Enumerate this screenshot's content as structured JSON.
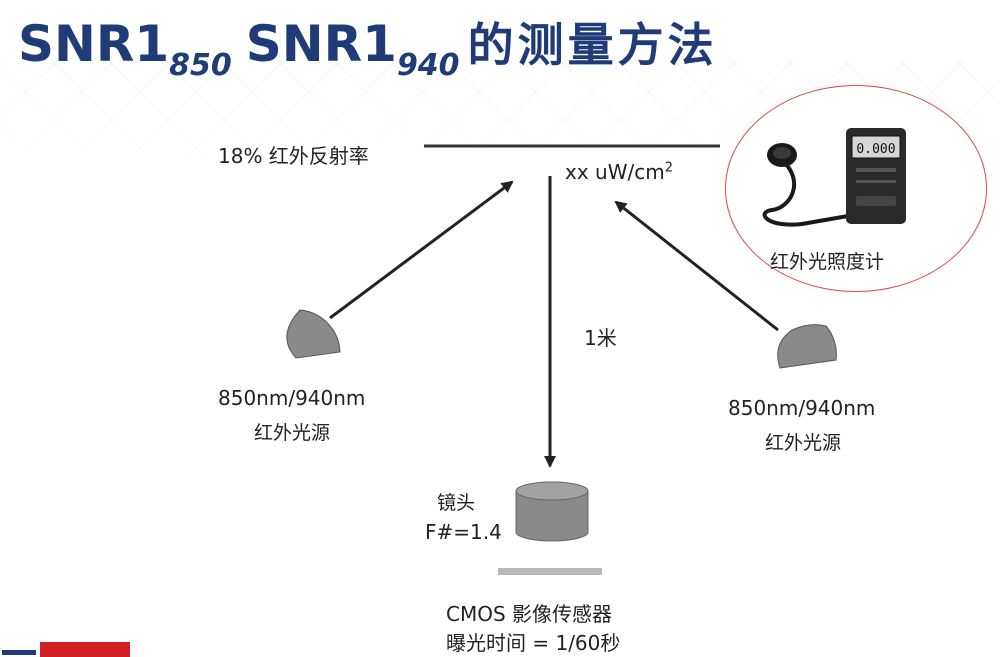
{
  "title": {
    "part1": "SNR1",
    "sub1": "850",
    "part2": "SNR1",
    "sub2": "940",
    "chinese": "的测量方法"
  },
  "reflectivity_label": "18% 红外反射率",
  "irradiance_label": "xx  uW/cm",
  "irradiance_sup": "2",
  "meter_label": "红外光照度计",
  "meter_display": "0.000",
  "distance_label": "1米",
  "left_source": {
    "wavelength": "850nm/940nm",
    "name": "红外光源"
  },
  "right_source": {
    "wavelength": "850nm/940nm",
    "name": "红外光源"
  },
  "lens": {
    "name": "镜头",
    "fnumber": "F#=1.4"
  },
  "sensor": {
    "name": "CMOS 影像传感器",
    "exposure": "曝光时间 = 1/60秒"
  },
  "colors": {
    "title": "#1f3c78",
    "circle_border": "#d0504e",
    "shape_fill": "#8a8a8a",
    "arrow": "#222222"
  }
}
